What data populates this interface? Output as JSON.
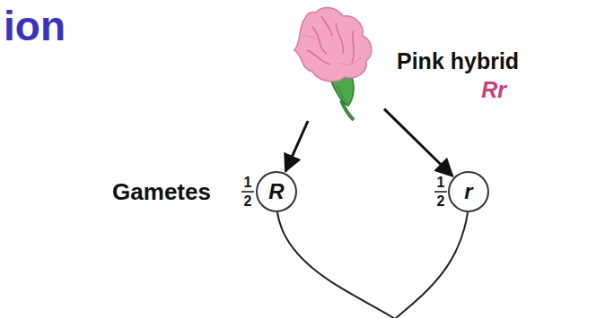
{
  "diagram": {
    "title": "ion",
    "nodes": [
      {
        "text": [
          "Pink hybrid",
          "Rr"
        ]
      },
      {
        "text": [
          "R"
        ]
      },
      {
        "text": [
          "r"
        ]
      }
    ],
    "edges": [
      {
        "from": 0,
        "to": 1,
        "arrow": "to"
      },
      {
        "from": 0,
        "to": 2,
        "arrow": "to"
      }
    ],
    "labels": [
      "Gametes",
      "1",
      "2",
      "1",
      "2"
    ]
  }
}
